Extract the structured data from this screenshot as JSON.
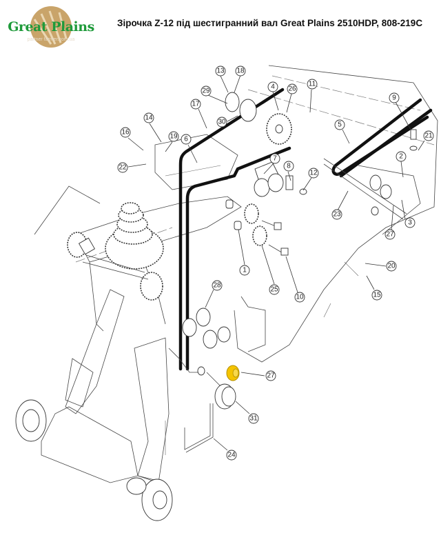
{
  "header": {
    "logo": {
      "brand_text": "Great Plains",
      "watermark": "partner farmer.com.ua",
      "brand_color": "#1e9a3a",
      "emblem_color": "#c9a46a"
    },
    "title": "Зірочка Z-12 під шестигранний вал Great Plains 2510HDP, 808-219C"
  },
  "diagram": {
    "highlight_color": "#f5c400",
    "highlighted_part": "27",
    "callouts": [
      {
        "id": "c13",
        "label": "13"
      },
      {
        "id": "c18",
        "label": "18"
      },
      {
        "id": "c4",
        "label": "4"
      },
      {
        "id": "c26",
        "label": "26"
      },
      {
        "id": "c11",
        "label": "11"
      },
      {
        "id": "c29",
        "label": "29"
      },
      {
        "id": "c17",
        "label": "17"
      },
      {
        "id": "c30",
        "label": "30"
      },
      {
        "id": "c14",
        "label": "14"
      },
      {
        "id": "c16",
        "label": "16"
      },
      {
        "id": "c19",
        "label": "19"
      },
      {
        "id": "c6",
        "label": "6"
      },
      {
        "id": "c22",
        "label": "22"
      },
      {
        "id": "c7",
        "label": "7"
      },
      {
        "id": "c8",
        "label": "8"
      },
      {
        "id": "c12",
        "label": "12"
      },
      {
        "id": "c9",
        "label": "9"
      },
      {
        "id": "c5",
        "label": "5"
      },
      {
        "id": "c21",
        "label": "21"
      },
      {
        "id": "c2",
        "label": "2"
      },
      {
        "id": "c23",
        "label": "23"
      },
      {
        "id": "c3",
        "label": "3"
      },
      {
        "id": "c27a",
        "label": "27"
      },
      {
        "id": "c1",
        "label": "1"
      },
      {
        "id": "c20",
        "label": "20"
      },
      {
        "id": "c25",
        "label": "25"
      },
      {
        "id": "c10",
        "label": "10"
      },
      {
        "id": "c15",
        "label": "15"
      },
      {
        "id": "c28",
        "label": "28"
      },
      {
        "id": "c27b",
        "label": "27"
      },
      {
        "id": "c31",
        "label": "31"
      },
      {
        "id": "c24",
        "label": "24"
      }
    ]
  }
}
